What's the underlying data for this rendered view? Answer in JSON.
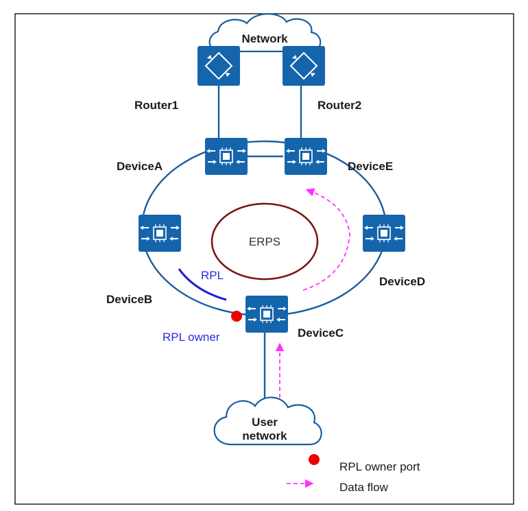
{
  "labels": {
    "network": "Network",
    "router1": "Router1",
    "router2": "Router2",
    "device_a": "DeviceA",
    "device_b": "DeviceB",
    "device_c": "DeviceC",
    "device_d": "DeviceD",
    "device_e": "DeviceE",
    "erps": "ERPS",
    "rpl": "RPL",
    "rpl_owner": "RPL owner",
    "user_network_line1": "User",
    "user_network_line2": "network"
  },
  "legend": {
    "rpl_owner_port": "RPL owner port",
    "data_flow": "Data flow"
  },
  "colors": {
    "device": "#1565ad",
    "link": "#1a5d9e",
    "erps_ring": "#7b1616",
    "rpl": "#2020d0",
    "rpl_owner_port": "#ee0000",
    "data_flow": "#ff33ff"
  },
  "icons": {
    "router": "router-icon",
    "switch": "switch-icon",
    "cloud": "cloud-icon"
  }
}
